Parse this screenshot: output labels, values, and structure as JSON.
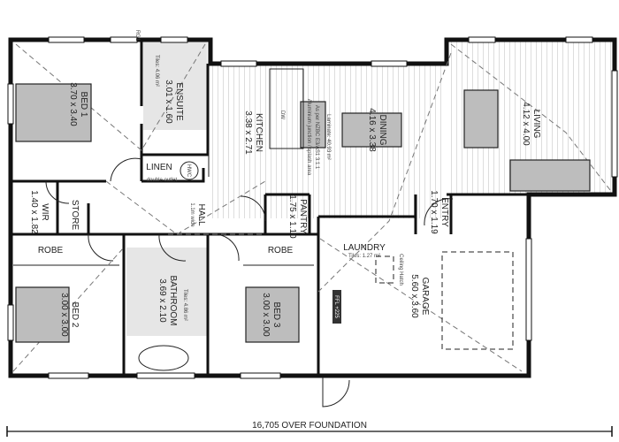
{
  "plan": {
    "rooms": {
      "bed1": {
        "name": "BED 1",
        "size": "3.70 x 3.40"
      },
      "ensuite": {
        "name": "ENSUITE",
        "size": "3.01 x 1.60"
      },
      "kitchen": {
        "name": "KITCHEN",
        "size": "3.38 x 2.71"
      },
      "dining": {
        "name": "DINING",
        "size": "4.16 x 3.38"
      },
      "living": {
        "name": "LIVING",
        "size": "4.12 x 4.00"
      },
      "linen": {
        "name": "LINEN"
      },
      "wir": {
        "name": "WIR",
        "size": "1.40 x 1.82"
      },
      "store": {
        "name": "STORE"
      },
      "hall": {
        "name": "HALL",
        "note": "1.1m wide"
      },
      "pantry": {
        "name": "PANTRY",
        "size": "1.75 x 1.10"
      },
      "entry": {
        "name": "ENTRY",
        "size": "1.70 x 1.19"
      },
      "laundry": {
        "name": "LAUNDRY",
        "note": "Tiles: 1.27 m²"
      },
      "robe_left": {
        "name": "ROBE"
      },
      "robe_right": {
        "name": "ROBE"
      },
      "bed2": {
        "name": "BED 2",
        "size": "3.00 x 3.00"
      },
      "bathroom": {
        "name": "BATHROOM",
        "size": "3.69 x 2.10"
      },
      "bed3": {
        "name": "BED 3",
        "size": "3.00 x 3.00"
      },
      "garage": {
        "name": "GARAGE",
        "size": "5.60 x 3.60"
      }
    },
    "notes": {
      "ensuite_tiles": "Tiles: 4.06 m²",
      "bathroom_tiles": "Tiles: 4.86 m²",
      "hwc": "HWC",
      "double_outlet": "double outlet",
      "dw": "DW",
      "laminate": "Laminate: 40.93 m²",
      "nzbc": "As per NZBC E3/AS1 3.1.1",
      "splash": "Aluminium junction / splash area",
      "ffl": "FFL +225",
      "ceiling_hatch": "Ceiling Hatch",
      "rg1": "RG1"
    },
    "dimension": "16,705 OVER FOUNDATION"
  }
}
